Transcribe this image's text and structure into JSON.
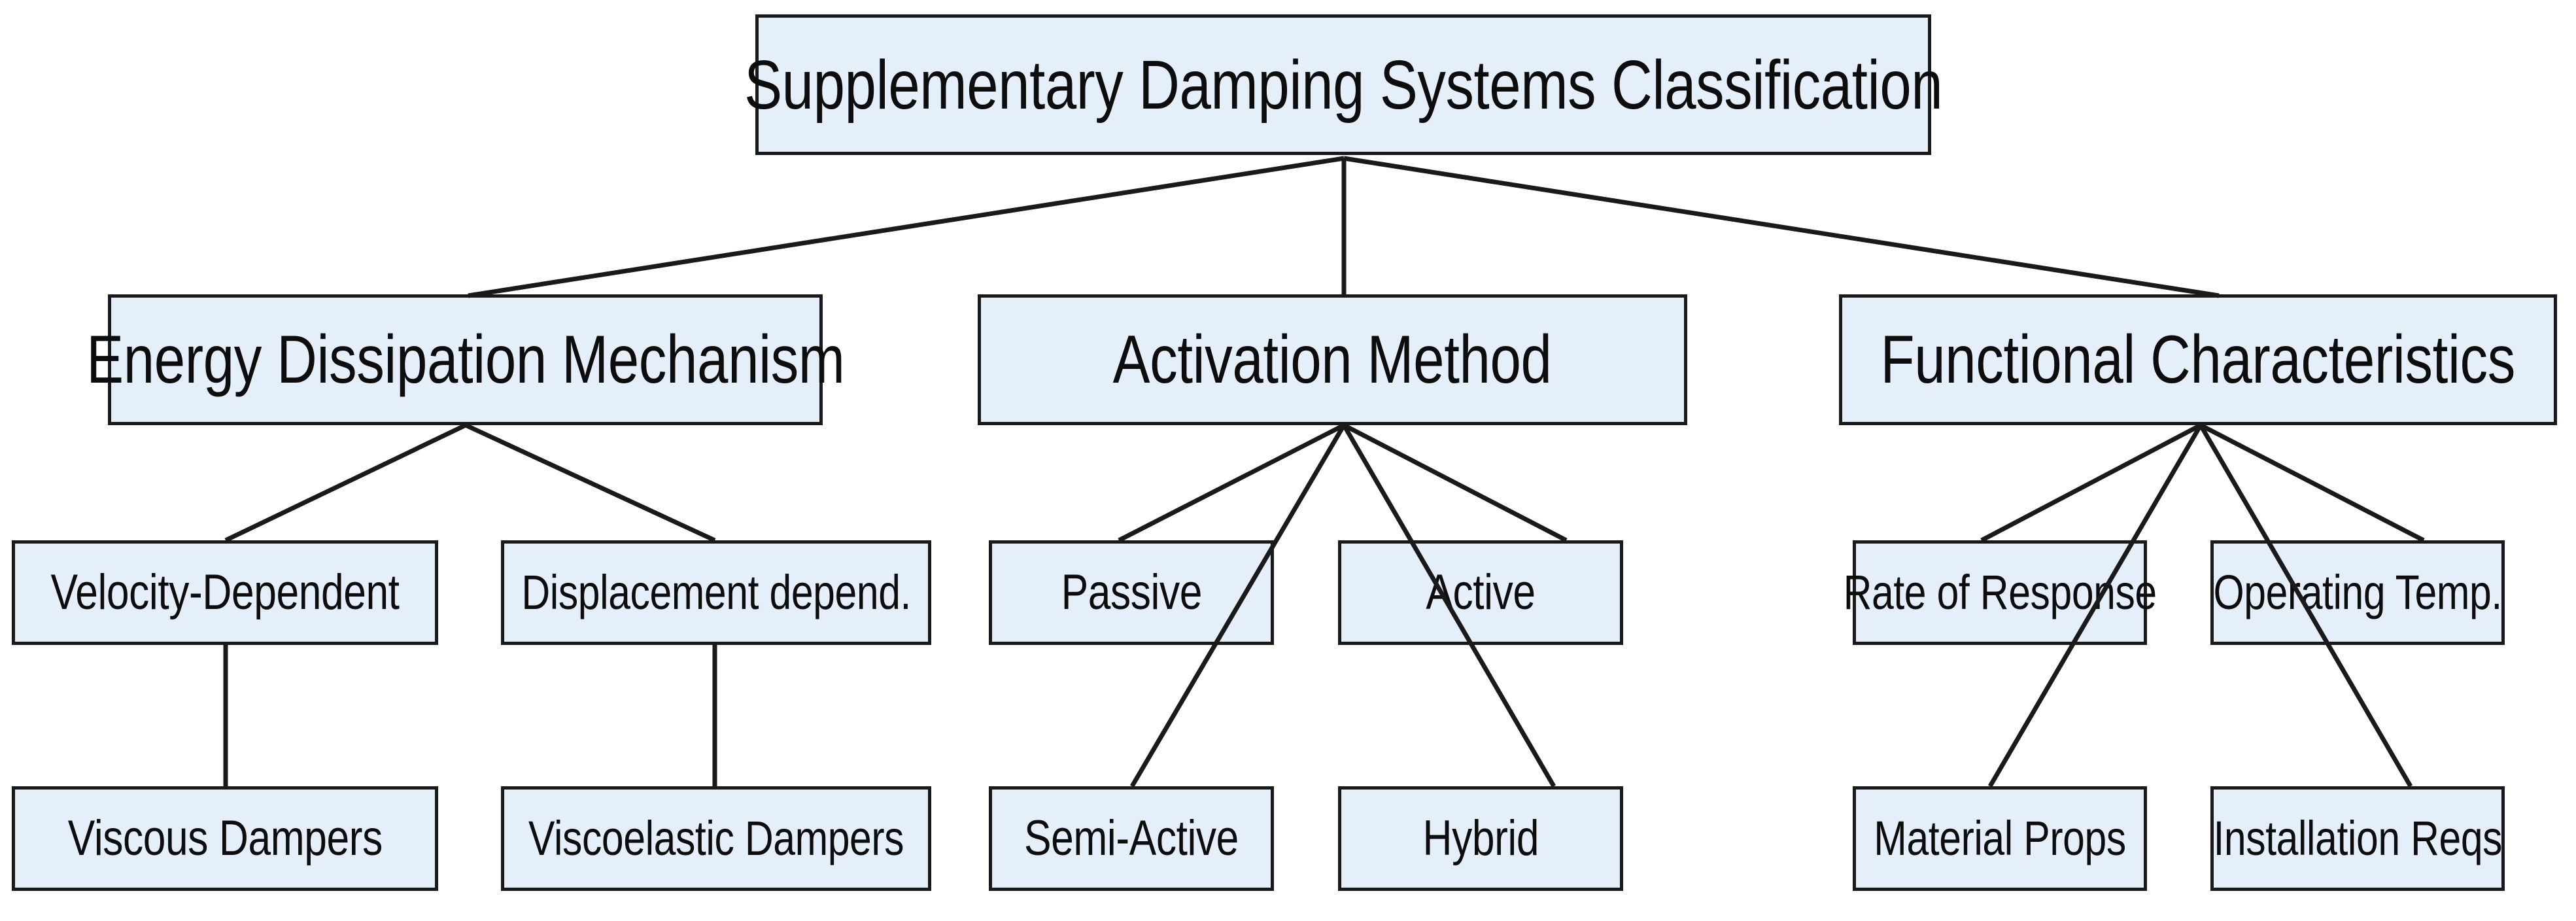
{
  "diagram": {
    "title": "Supplementary Damping Systems Classification",
    "type": "tree",
    "orientation": "top-down",
    "colors": {
      "node_fill": "#e5effa",
      "node_border": "#1a1a1a",
      "edge": "#1a1a1a",
      "text": "#0d0d0d",
      "background": "#ffffff"
    },
    "nodes": {
      "root": {
        "label": "Supplementary Damping Systems Classification",
        "level": 1
      },
      "energy": {
        "label": "Energy Dissipation Mechanism",
        "level": 2
      },
      "activation": {
        "label": "Activation Method",
        "level": 2
      },
      "functional": {
        "label": "Functional Characteristics",
        "level": 2
      },
      "velocity": {
        "label": "Velocity-Dependent",
        "level": 3
      },
      "displacement": {
        "label": "Displacement depend.",
        "level": 3
      },
      "passive": {
        "label": "Passive",
        "level": 3
      },
      "active": {
        "label": "Active",
        "level": 3
      },
      "rate": {
        "label": "Rate of Response",
        "level": 3
      },
      "operating": {
        "label": "Operating Temp.",
        "level": 3
      },
      "viscous": {
        "label": "Viscous Dampers",
        "level": 4
      },
      "viscoelastic": {
        "label": "Viscoelastic Dampers",
        "level": 4
      },
      "semiactive": {
        "label": "Semi-Active",
        "level": 4
      },
      "hybrid": {
        "label": "Hybrid",
        "level": 4
      },
      "material": {
        "label": "Material Props",
        "level": 4
      },
      "installation": {
        "label": "Installation Reqs",
        "level": 4
      }
    },
    "edges": [
      {
        "from": "root",
        "to": "energy"
      },
      {
        "from": "root",
        "to": "activation"
      },
      {
        "from": "root",
        "to": "functional"
      },
      {
        "from": "energy",
        "to": "velocity"
      },
      {
        "from": "energy",
        "to": "displacement"
      },
      {
        "from": "velocity",
        "to": "viscous"
      },
      {
        "from": "displacement",
        "to": "viscoelastic"
      },
      {
        "from": "activation",
        "to": "passive"
      },
      {
        "from": "activation",
        "to": "active"
      },
      {
        "from": "activation",
        "to": "semiactive"
      },
      {
        "from": "activation",
        "to": "hybrid"
      },
      {
        "from": "functional",
        "to": "rate"
      },
      {
        "from": "functional",
        "to": "operating"
      },
      {
        "from": "functional",
        "to": "material"
      },
      {
        "from": "functional",
        "to": "installation"
      }
    ]
  }
}
